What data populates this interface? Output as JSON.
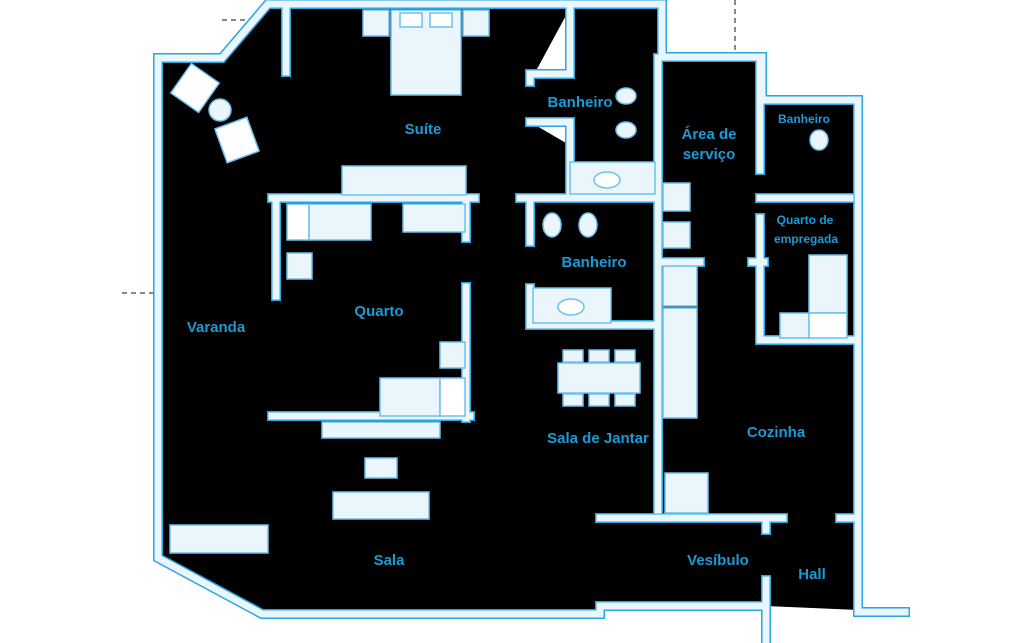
{
  "title": "Planta do apartamento",
  "colors": {
    "wall": "#2aa6e0",
    "fill": "#eaf5fc",
    "label": "#1d9ad6",
    "leader": "#888888"
  },
  "rooms": {
    "suite": "Suíte",
    "banheiro_suite": "Banheiro",
    "area_servico_1": "Área de",
    "area_servico_2": "serviço",
    "banheiro_empregada": "Banheiro",
    "quarto_empregada_1": "Quarto de",
    "quarto_empregada_2": "empregada",
    "banheiro_social": "Banheiro",
    "quarto": "Quarto",
    "varanda": "Varanda",
    "sala_jantar": "Sala de Jantar",
    "cozinha": "Cozinha",
    "sala": "Sala",
    "vestibulo": "Vesíbulo",
    "hall": "Hall"
  }
}
